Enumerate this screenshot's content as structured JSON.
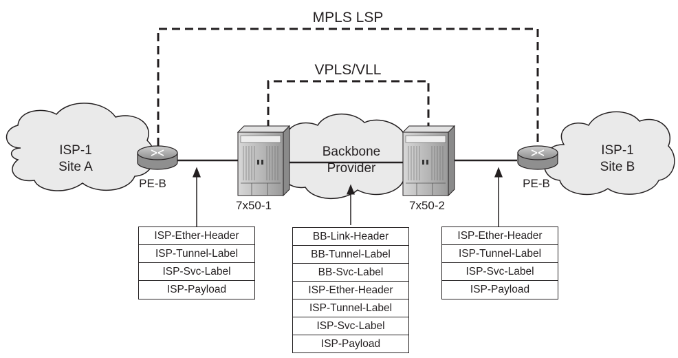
{
  "paths": {
    "mpls_label": "MPLS LSP",
    "service_label": "VPLS/VLL"
  },
  "sites": {
    "left": {
      "line1": "ISP-1",
      "line2": "Site A"
    },
    "right": {
      "line1": "ISP-1",
      "line2": "Site B"
    },
    "backbone": {
      "line1": "Backbone",
      "line2": "Provider"
    }
  },
  "devices": {
    "pe_left": "PE-B",
    "pe_right": "PE-B",
    "router_1": "7x50-1",
    "router_2": "7x50-2"
  },
  "stacks": {
    "left": [
      "ISP-Ether-Header",
      "ISP-Tunnel-Label",
      "ISP-Svc-Label",
      "ISP-Payload"
    ],
    "center": [
      "BB-Link-Header",
      "BB-Tunnel-Label",
      "BB-Svc-Label",
      "ISP-Ether-Header",
      "ISP-Tunnel-Label",
      "ISP-Svc-Label",
      "ISP-Payload"
    ],
    "right": [
      "ISP-Ether-Header",
      "ISP-Tunnel-Label",
      "ISP-Svc-Label",
      "ISP-Payload"
    ]
  },
  "icons": {
    "pe_router": "pe-router-icon",
    "core_router": "core-router-chassis-icon",
    "arrow": "up-arrow-icon"
  }
}
